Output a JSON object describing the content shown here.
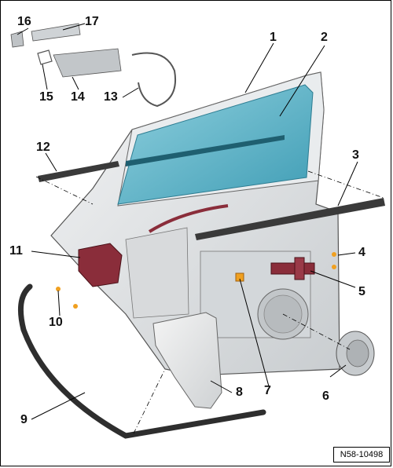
{
  "labels": [
    "1",
    "2",
    "3",
    "4",
    "5",
    "6",
    "7",
    "8",
    "9",
    "10",
    "11",
    "12",
    "13",
    "14",
    "15",
    "16",
    "17"
  ],
  "reference": "N58-10498",
  "colors": {
    "glass": "#5fb3c8",
    "door_panel": "#dfe2e4",
    "seal": "#2e2e2e",
    "actuator": "#8a2d3a",
    "clip": "#f0a020"
  }
}
